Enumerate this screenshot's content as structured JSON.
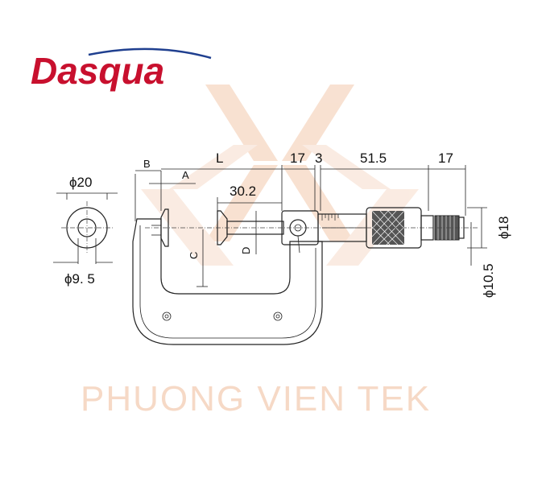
{
  "brand": {
    "name": "Dasqua",
    "color": "#c8102e",
    "arc_color": "#1f3f8f"
  },
  "watermark": {
    "text": "PHUONG VIEN TEK",
    "color": "#f6d9c6"
  },
  "dimensions": {
    "outer_diameter": "ϕ20",
    "inner_diameter": "ϕ9. 5",
    "label_b": "B",
    "label_a": "A",
    "label_l": "L",
    "label_c": "C",
    "label_d": "D",
    "anvil_flange": "30.2",
    "sleeve_gap": "17",
    "nut_width": "3",
    "thimble_length": "51.5",
    "ratchet_length": "17",
    "thimble_diameter": "ϕ18",
    "sleeve_diameter": "ϕ10.5"
  }
}
